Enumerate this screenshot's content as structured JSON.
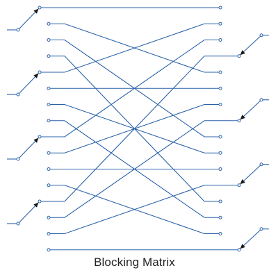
{
  "caption": "Blocking Matrix",
  "colors": {
    "line": "#2a62a8",
    "background": "#ffffff",
    "text": "#222222"
  },
  "diagram": {
    "rows": 16,
    "left_external_inputs": 4,
    "right_external_outputs": 4,
    "connections": [
      {
        "from": 0,
        "to": 0
      },
      {
        "from": 1,
        "to": 4
      },
      {
        "from": 2,
        "to": 8
      },
      {
        "from": 3,
        "to": 12
      },
      {
        "from": 4,
        "to": 1
      },
      {
        "from": 5,
        "to": 5
      },
      {
        "from": 6,
        "to": 9
      },
      {
        "from": 7,
        "to": 13
      },
      {
        "from": 8,
        "to": 2
      },
      {
        "from": 9,
        "to": 6
      },
      {
        "from": 10,
        "to": 10
      },
      {
        "from": 11,
        "to": 14
      },
      {
        "from": 12,
        "to": 3
      },
      {
        "from": 13,
        "to": 7
      },
      {
        "from": 14,
        "to": 11
      },
      {
        "from": 15,
        "to": 15
      }
    ]
  }
}
